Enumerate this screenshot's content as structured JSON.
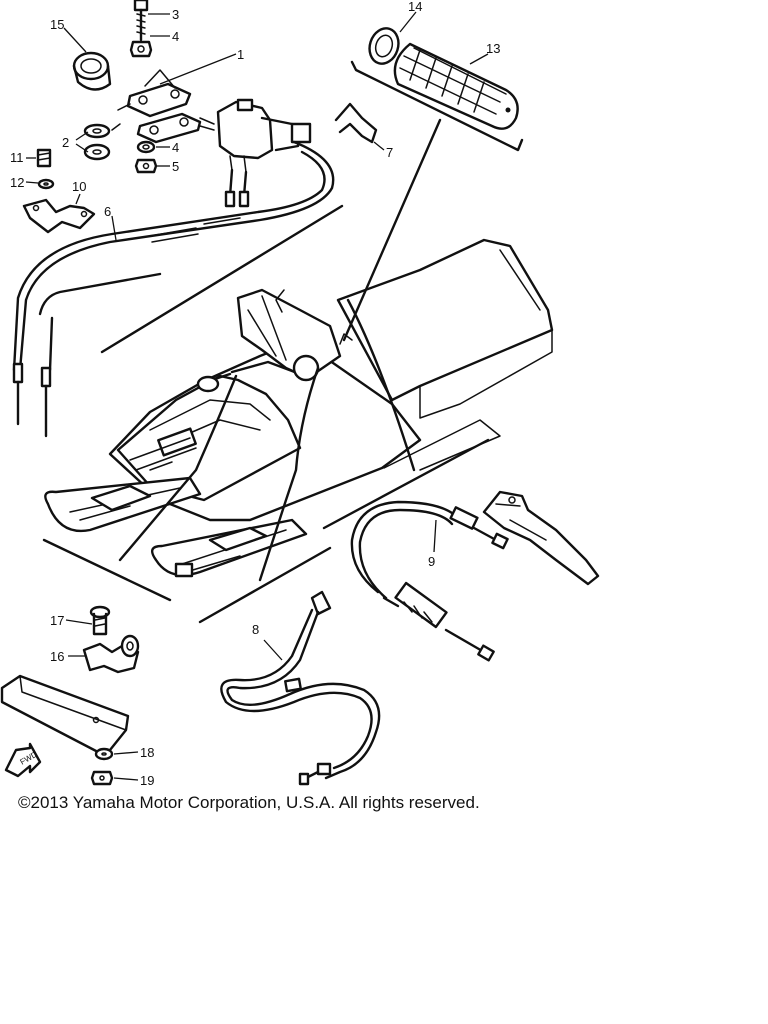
{
  "diagram": {
    "callouts": [
      {
        "id": "1",
        "label": "1"
      },
      {
        "id": "2",
        "label": "2"
      },
      {
        "id": "3",
        "label": "3"
      },
      {
        "id": "4a",
        "label": "4"
      },
      {
        "id": "4b",
        "label": "4"
      },
      {
        "id": "5a",
        "label": "5"
      },
      {
        "id": "6",
        "label": "6"
      },
      {
        "id": "7",
        "label": "7"
      },
      {
        "id": "8",
        "label": "8"
      },
      {
        "id": "9",
        "label": "9"
      },
      {
        "id": "10",
        "label": "10"
      },
      {
        "id": "11",
        "label": "11"
      },
      {
        "id": "12",
        "label": "12"
      },
      {
        "id": "13",
        "label": "13"
      },
      {
        "id": "14",
        "label": "14"
      },
      {
        "id": "15",
        "label": "15"
      },
      {
        "id": "16",
        "label": "16"
      },
      {
        "id": "17",
        "label": "17"
      },
      {
        "id": "18",
        "label": "18"
      },
      {
        "id": "19",
        "label": "19"
      }
    ],
    "fwd_label": "FWD"
  },
  "footer": {
    "copyright": "©2013 Yamaha Motor Corporation, U.S.A. All rights reserved."
  }
}
